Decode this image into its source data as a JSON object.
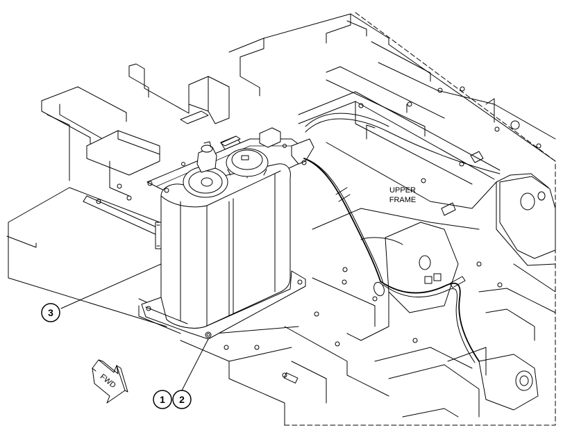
{
  "labels": {
    "upper_frame_line1": "UPPER",
    "upper_frame_line2": "FRAME",
    "fwd": "FWD"
  },
  "callouts": {
    "c1": "1",
    "c2": "2",
    "c3": "3"
  }
}
